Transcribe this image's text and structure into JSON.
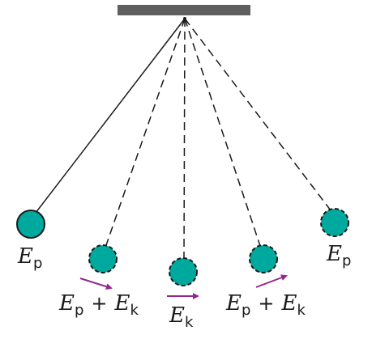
{
  "colors": {
    "bob_fill": "#00a99d",
    "bob_stroke": "#1a1a1a",
    "support": "#5f5f5f",
    "string": "#1a1a1a",
    "arrow": "#92278f"
  },
  "labels": {
    "left_extreme": {
      "symbol": "E",
      "sub": "p"
    },
    "left_mid": {
      "sym1": "E",
      "sub1": "p",
      "op": "+",
      "sym2": "E",
      "sub2": "k"
    },
    "bottom": {
      "symbol": "E",
      "sub": "k"
    },
    "right_mid": {
      "sym1": "E",
      "sub1": "p",
      "op": "+",
      "sym2": "E",
      "sub2": "k"
    },
    "right_extreme": {
      "symbol": "E",
      "sub": "p"
    }
  }
}
